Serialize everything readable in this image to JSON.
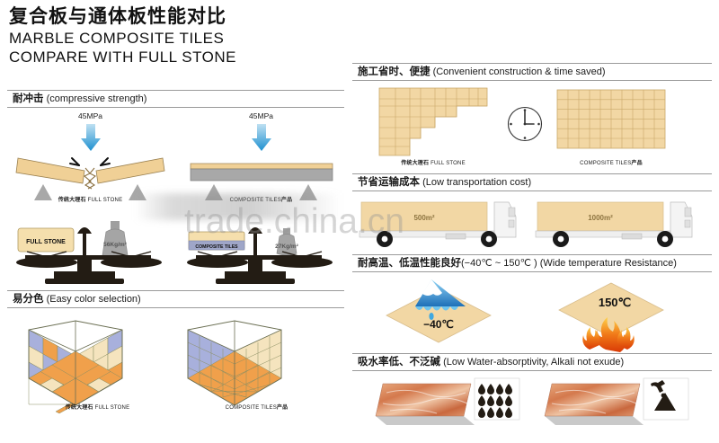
{
  "title": {
    "cn": "复合板与通体板性能对比",
    "en_line1": "MARBLE COMPOSITE TILES",
    "en_line2": "COMPARE WITH FULL STONE"
  },
  "watermark": "trade.china.cn",
  "labels": {
    "full_stone_cn": "传统大理石",
    "full_stone_en": "FULL STONE",
    "composite_en": "COMPOSITE TILES",
    "composite_cn": "产品"
  },
  "sections": {
    "compressive": {
      "cn": "耐冲击",
      "en": "(compressive strength)",
      "left": {
        "value": "45MPa",
        "caption_cn": "传统大理石",
        "caption_en": "FULL STONE"
      },
      "right": {
        "value": "45MPa",
        "caption_en": "COMPOSITE TILES",
        "caption_cn": "产品"
      }
    },
    "weight": {
      "left": {
        "plate_label": "FULL STONE",
        "weight": "56Kg/m²"
      },
      "right": {
        "plate_label": "COMPOSITE TILES",
        "weight": "27Kg/m²"
      }
    },
    "color_selection": {
      "cn": "易分色",
      "en": "(Easy color selection)",
      "left": {
        "caption_cn": "传统大理石",
        "caption_en": "FULL STONE"
      },
      "right": {
        "caption_en": "COMPOSITE TILES",
        "caption_cn": "产品"
      }
    },
    "construction": {
      "cn": "施工省时、便捷",
      "en": "(Convenient construction & time saved)",
      "left": {
        "caption_cn": "传统大理石",
        "caption_en": "FULL STONE"
      },
      "right": {
        "caption_en": "COMPOSITE TILES",
        "caption_cn": "产品"
      }
    },
    "transport": {
      "cn": "节省运输成本",
      "en": "(Low transportation cost)",
      "left": {
        "value": "500m²"
      },
      "right": {
        "value": "1000m²"
      }
    },
    "temperature": {
      "cn": "耐高温、低温性能良好",
      "range": "(−40℃ ~ 150℃ )",
      "en": "(Wide temperature Resistance)",
      "cold": "−40℃",
      "hot": "150℃"
    },
    "water": {
      "cn": "吸水率低、不泛碱",
      "en": "(Low Water-absorptivity, Alkali not exude)"
    }
  },
  "colors": {
    "tan": "#F0D096",
    "tan_light": "#F7E3BC",
    "gray": "#A8A8A8",
    "arrow_blue": "#2E9BD6",
    "orange": "#F0A04B",
    "periwinkle": "#A8B0DC",
    "cream": "#F5E4BE",
    "marble": "#D98A63",
    "fire_orange": "#F07818",
    "ice_blue": "#2E7BC4",
    "rule": "#9A9A9A"
  }
}
